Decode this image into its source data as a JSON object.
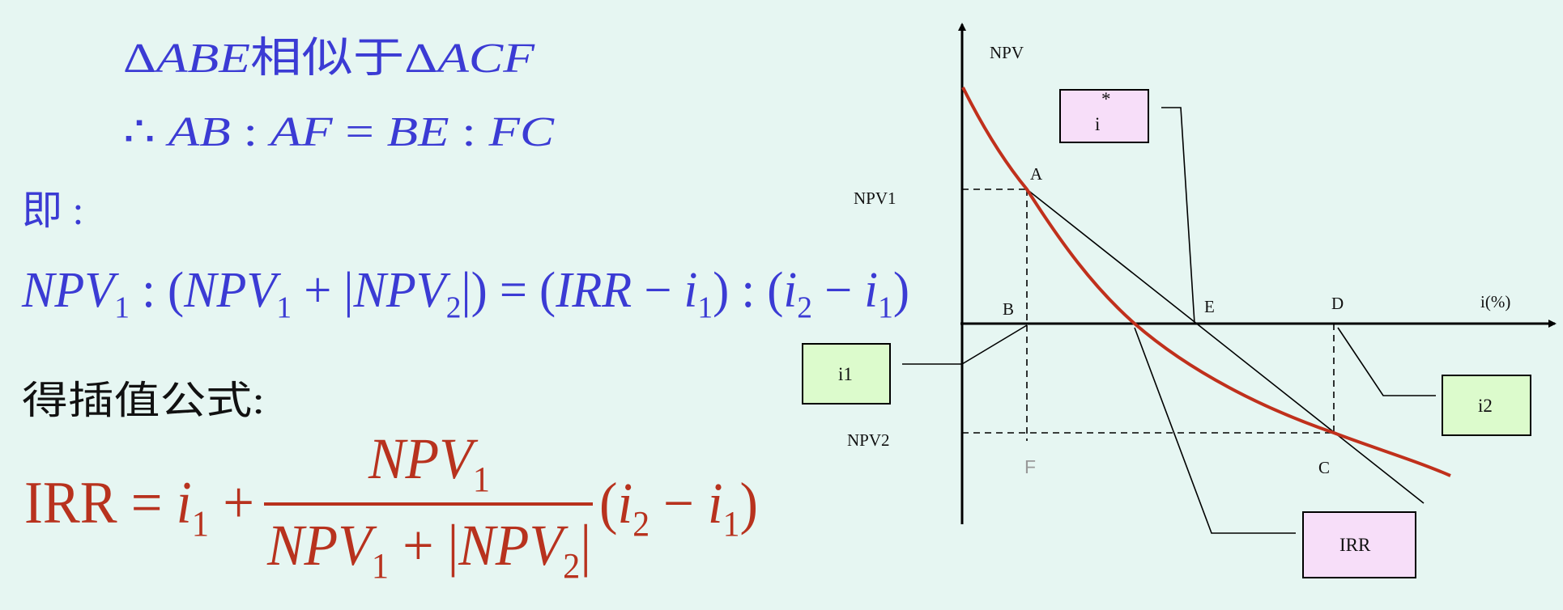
{
  "colors": {
    "background": "#e6f6f2",
    "formula_blue": "#3b3bd4",
    "formula_red": "#b8321e",
    "curve": "#c0301c",
    "box_pink": "#f7def9",
    "box_green": "#dcfbcc"
  },
  "formulas": {
    "similar": [
      {
        "t": "Δ"
      },
      {
        "t": "ABE",
        "i": 1
      },
      {
        "t": "相似于"
      },
      {
        "t": "Δ"
      },
      {
        "t": "ACF",
        "i": 1
      }
    ],
    "ratio": [
      {
        "t": "∴ "
      },
      {
        "t": "AB",
        "i": 1
      },
      {
        "t": " : "
      },
      {
        "t": "AF",
        "i": 1
      },
      {
        "t": " = "
      },
      {
        "t": "BE",
        "i": 1
      },
      {
        "t": " : "
      },
      {
        "t": "FC",
        "i": 1
      }
    ],
    "namely": [
      {
        "t": "即 :"
      }
    ],
    "proportion": [
      {
        "t": "NPV",
        "i": 1
      },
      {
        "t": "1",
        "s": 1
      },
      {
        "t": " : ("
      },
      {
        "t": "NPV",
        "i": 1
      },
      {
        "t": "1",
        "s": 1
      },
      {
        "t": " + |"
      },
      {
        "t": "NPV",
        "i": 1
      },
      {
        "t": "2",
        "s": 1
      },
      {
        "t": "|) = ("
      },
      {
        "t": "IRR",
        "i": 1
      },
      {
        "t": " − "
      },
      {
        "t": "i",
        "i": 1
      },
      {
        "t": "1",
        "s": 1
      },
      {
        "t": ") : ("
      },
      {
        "t": "i",
        "i": 1
      },
      {
        "t": "2",
        "s": 1
      },
      {
        "t": " − "
      },
      {
        "t": "i",
        "i": 1
      },
      {
        "t": "1",
        "s": 1
      },
      {
        "t": ")"
      }
    ],
    "interp_label": [
      {
        "t": "得插值公式:"
      }
    ],
    "irr_lhs": [
      {
        "t": "IRR"
      },
      {
        "t": " = "
      },
      {
        "t": "i",
        "i": 1
      },
      {
        "t": "1",
        "s": 1
      },
      {
        "t": " +"
      }
    ],
    "irr_num": [
      {
        "t": "NPV",
        "i": 1
      },
      {
        "t": "1",
        "s": 1
      }
    ],
    "irr_den": [
      {
        "t": "NPV",
        "i": 1
      },
      {
        "t": "1",
        "s": 1
      },
      {
        "t": " + |"
      },
      {
        "t": "NPV",
        "i": 1
      },
      {
        "t": "2",
        "s": 1
      },
      {
        "t": "|"
      }
    ],
    "irr_tail": [
      {
        "t": "("
      },
      {
        "t": "i",
        "i": 1
      },
      {
        "t": "2",
        "s": 1
      },
      {
        "t": " − "
      },
      {
        "t": "i",
        "i": 1
      },
      {
        "t": "1",
        "s": 1
      },
      {
        "t": ")"
      }
    ]
  },
  "diagram": {
    "y_axis_label": "NPV",
    "x_axis_label": "i(%)",
    "npv1_label": "NPV1",
    "npv2_label": "NPV2",
    "points": {
      "A": "A",
      "B": "B",
      "C": "C",
      "D": "D",
      "E": "E",
      "F": "F"
    },
    "callouts": {
      "i_star": "i",
      "i_star_sup": "*",
      "i1": "i1",
      "i2": "i2",
      "irr": "IRR"
    }
  }
}
